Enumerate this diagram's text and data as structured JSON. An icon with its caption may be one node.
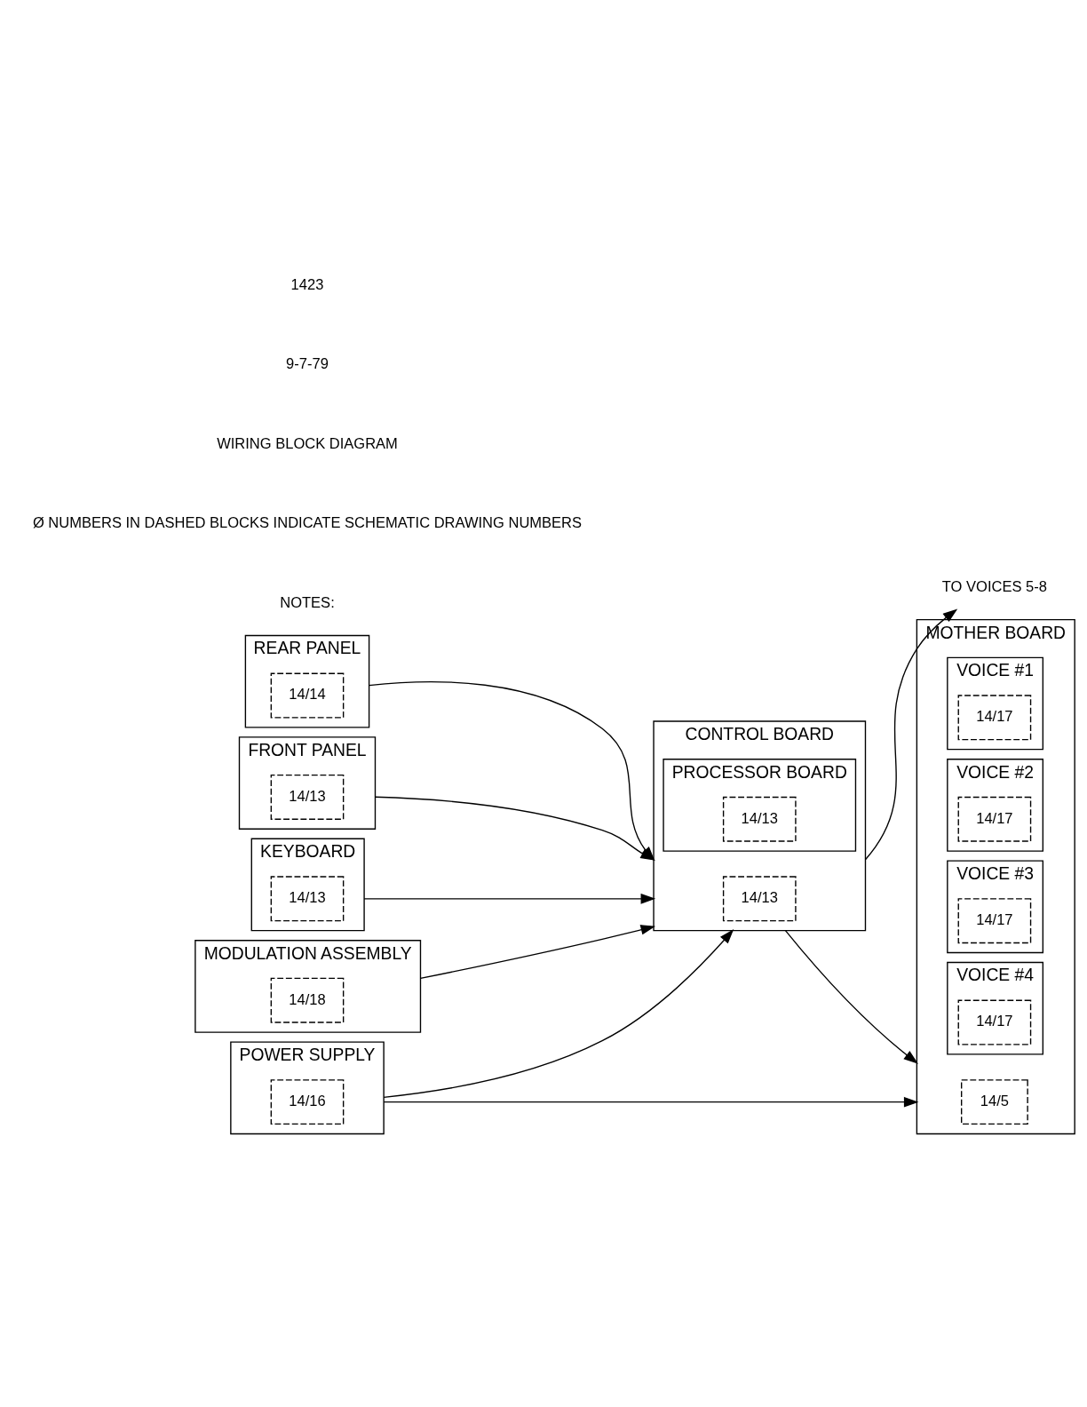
{
  "diagram": {
    "nodes": [
      {
        "text": [
          "MOTHER BOARD"
        ]
      },
      {
        "text": [
          "14/5"
        ],
        "in": 0
      },
      {
        "text": [
          "VOICE #1"
        ],
        "in": 0
      },
      {
        "text": [
          "14/17"
        ],
        "in": 2
      },
      {
        "text": [
          "VOICE #2"
        ],
        "in": 0
      },
      {
        "text": [
          "14/17"
        ],
        "in": 4
      },
      {
        "text": [
          "VOICE #3"
        ],
        "in": 0
      },
      {
        "text": [
          "14/17"
        ],
        "in": 6
      },
      {
        "text": [
          "VOICE #4"
        ],
        "in": 0
      },
      {
        "text": [
          "14/17"
        ],
        "in": 8
      },
      {
        "text": [
          "REAR PANEL"
        ]
      },
      {
        "text": [
          "14/14"
        ],
        "in": 10
      },
      {
        "text": [
          "CONTROL BOARD"
        ]
      },
      {
        "text": [
          "14/13"
        ],
        "in": 12
      },
      {
        "text": [
          "PROCESSOR BOARD"
        ],
        "in": 12
      },
      {
        "text": [
          "14/13"
        ],
        "in": 14
      },
      {
        "text": [
          "FRONT PANEL"
        ]
      },
      {
        "text": [
          "14/13"
        ],
        "in": 16
      },
      {
        "text": [
          "KEYBOARD"
        ]
      },
      {
        "text": [
          "14/13"
        ],
        "in": 18
      },
      {
        "text": [
          "POWER SUPPLY"
        ]
      },
      {
        "text": [
          "14/16"
        ],
        "in": 20
      },
      {
        "text": [
          "MODULATION ASSEMBLY"
        ]
      },
      {
        "text": [
          "14/18"
        ],
        "in": 22
      },
      {
        "text": [
          "TO VOICES 5-8"
        ]
      }
    ],
    "edges": [
      {
        "from": 12,
        "to": 0,
        "arrow": "to"
      },
      {
        "from": 12,
        "to": 24,
        "arrow": "to"
      },
      {
        "from": 10,
        "to": 12,
        "arrow": "to"
      },
      {
        "from": 16,
        "to": 12,
        "arrow": "to"
      },
      {
        "from": 18,
        "to": 12,
        "arrow": "to"
      },
      {
        "from": 20,
        "to": 12,
        "arrow": "to"
      },
      {
        "from": 22,
        "to": 12,
        "arrow": "to"
      },
      {
        "from": 20,
        "to": 0,
        "arrow": "to"
      }
    ],
    "labels": [
      "NOTES:",
      "Ø NUMBERS IN DASHED BLOCKS INDICATE SCHEMATIC DRAWING NUMBERS",
      "WIRING BLOCK DIAGRAM",
      "9-7-79",
      "1423"
    ]
  }
}
